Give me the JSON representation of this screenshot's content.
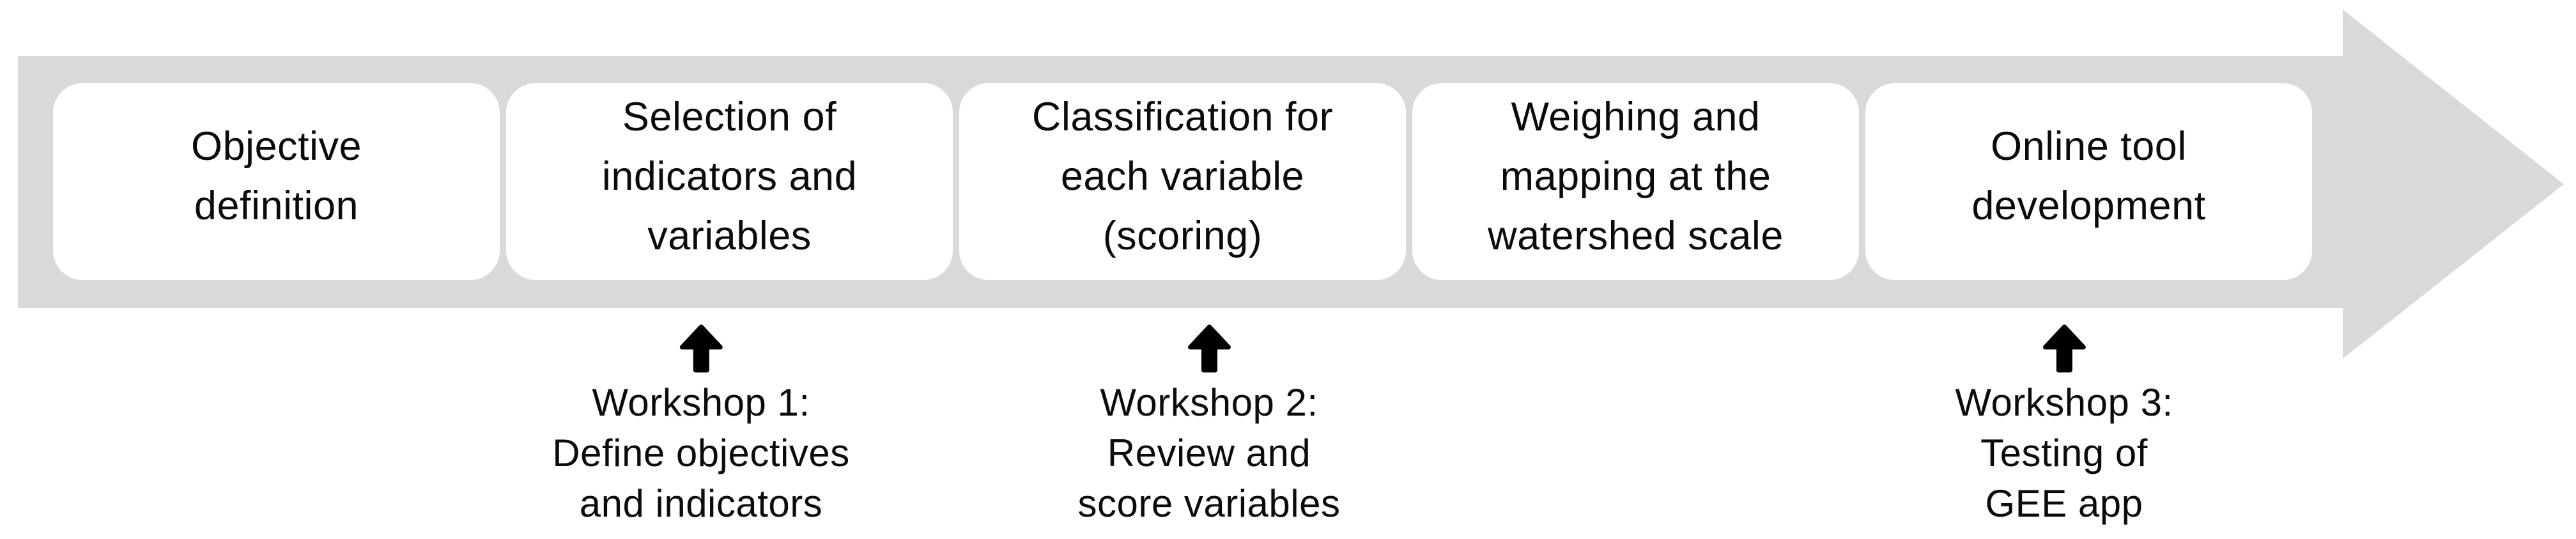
{
  "figure": {
    "type": "process-flow-diagram",
    "colors": {
      "band_gray": "#d9d9d9",
      "step_background": "#ffffff",
      "text_black": "#0b0b0b",
      "workshop_arrow_black": "#000000"
    }
  },
  "process": {
    "steps": [
      {
        "label": "Objective\ndefinition"
      },
      {
        "label": "Selection of\nindicators and\nvariables"
      },
      {
        "label": "Classification for\neach variable\n(scoring)"
      },
      {
        "label": "Weighing and\nmapping at the\nwatershed scale"
      },
      {
        "label": "Online tool\ndevelopment"
      }
    ]
  },
  "workshops": [
    {
      "label": "Workshop 1:\nDefine objectives\nand indicators"
    },
    {
      "label": "Workshop 2:\nReview and\nscore variables"
    },
    {
      "label": "Workshop 3:\nTesting of\nGEE app"
    }
  ]
}
